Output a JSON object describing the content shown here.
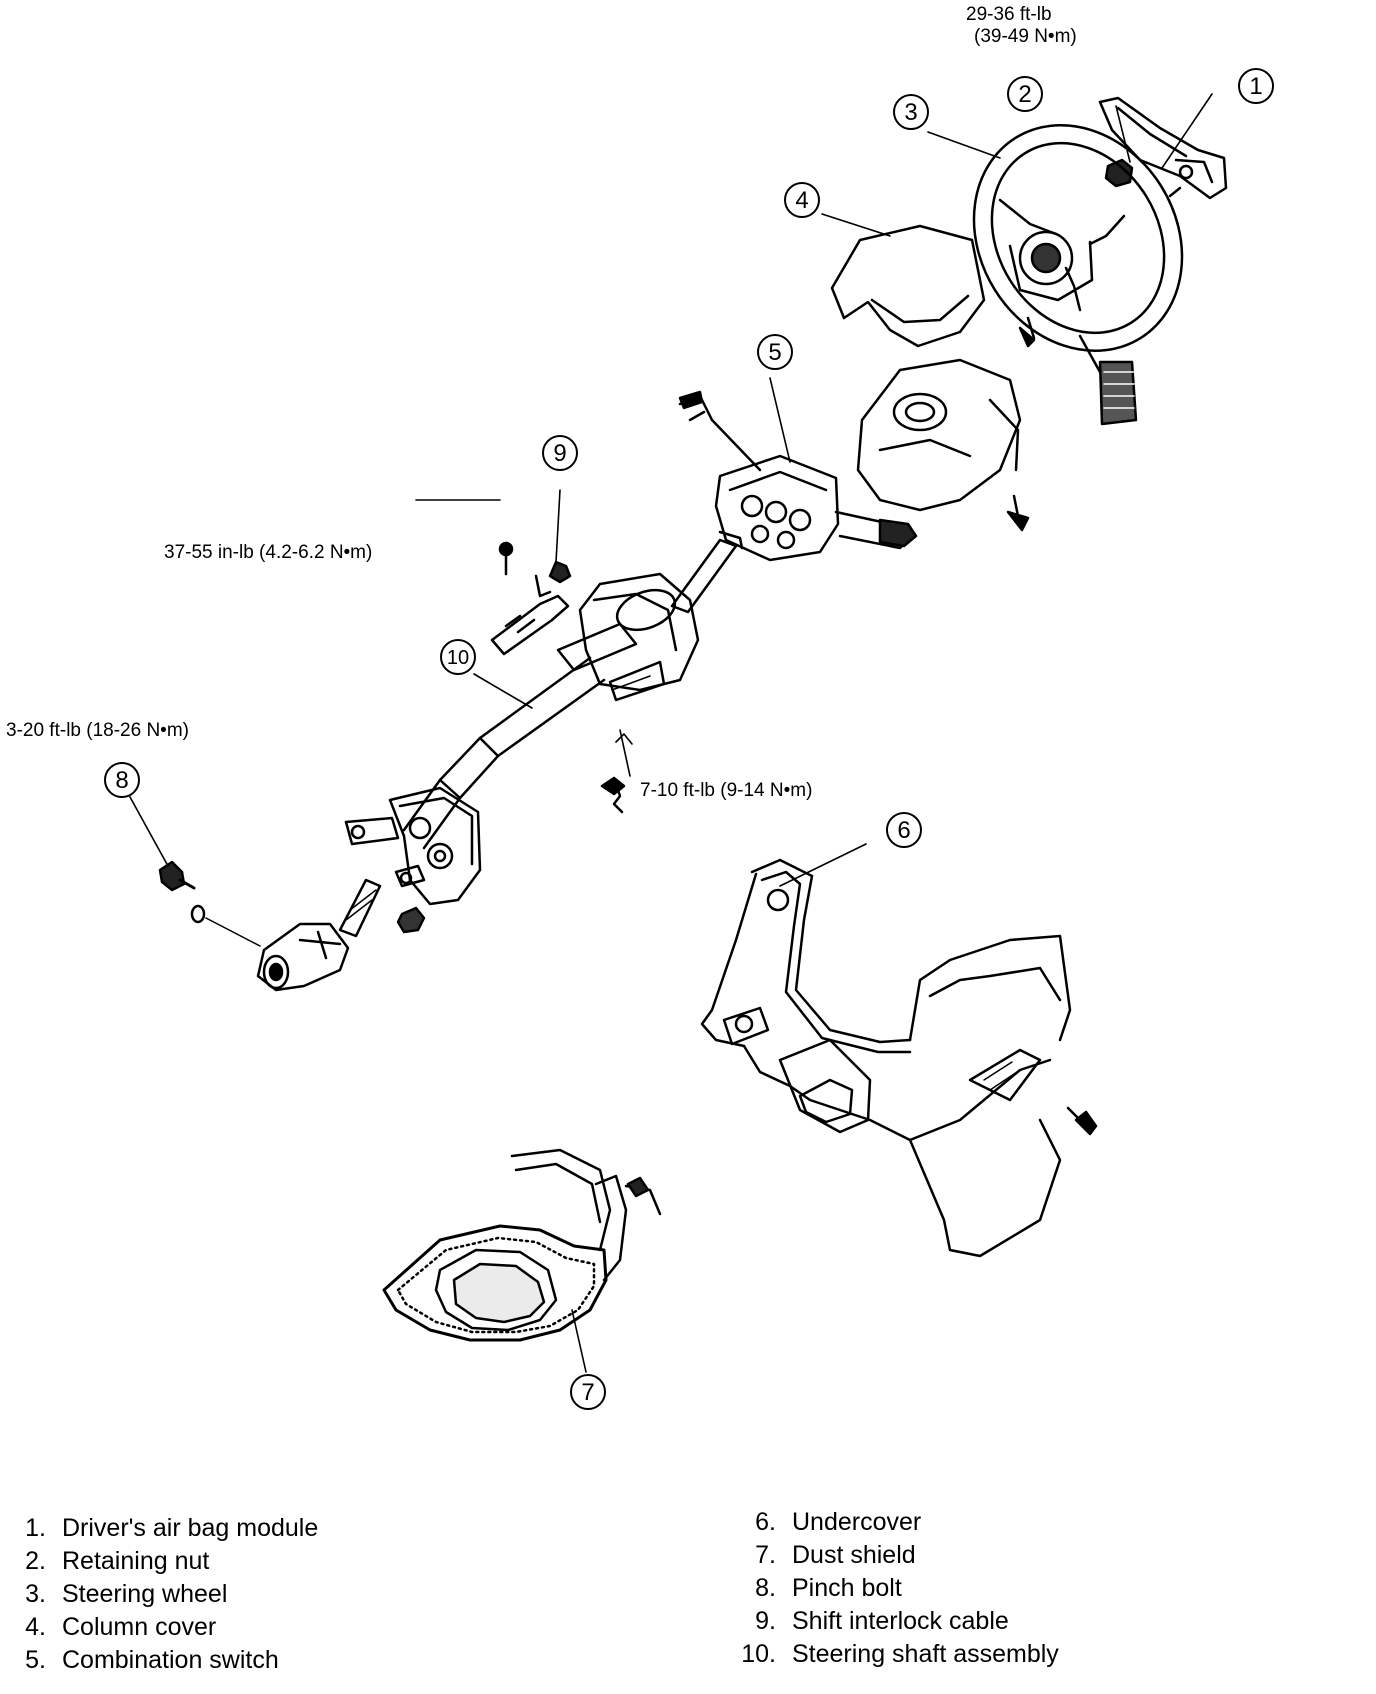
{
  "torque_specs": {
    "wheel_nut": [
      "29-36 ft-lb",
      "(39-49 N•m)"
    ],
    "shift_interlock": "37-55 in-lb (4.2-6.2 N•m)",
    "pinch_bolt": "3-20 ft-lb (18-26 N•m)",
    "column_mount": "7-10 ft-lb (9-14 N•m)"
  },
  "callouts": [
    "1",
    "2",
    "3",
    "4",
    "5",
    "6",
    "7",
    "8",
    "9",
    "10"
  ],
  "legend": [
    {
      "num": "1.",
      "label": "Driver's air bag module"
    },
    {
      "num": "2.",
      "label": "Retaining nut"
    },
    {
      "num": "3.",
      "label": "Steering wheel"
    },
    {
      "num": "4.",
      "label": "Column cover"
    },
    {
      "num": "5.",
      "label": "Combination switch"
    },
    {
      "num": "6.",
      "label": "Undercover"
    },
    {
      "num": "7.",
      "label": "Dust shield"
    },
    {
      "num": "8.",
      "label": "Pinch bolt"
    },
    {
      "num": "9.",
      "label": "Shift interlock cable"
    },
    {
      "num": "10.",
      "label": "Steering shaft assembly"
    }
  ]
}
